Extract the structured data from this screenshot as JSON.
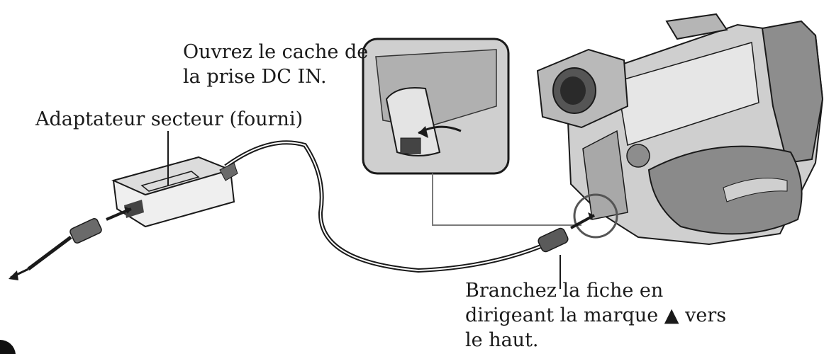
{
  "labels": {
    "open_cover": [
      "Ouvrez le cache de",
      "la prise DC IN."
    ],
    "adapter": "Adaptateur secteur (fourni)",
    "plug": [
      "Branchez la fiche en",
      "dirigeant la marque ▲ vers",
      "le haut."
    ]
  },
  "colors": {
    "ink": "#1a1a1a",
    "body_gray": "#cfcfcf",
    "dark_gray": "#5a5a5a",
    "mid_gray": "#9a9a9a",
    "background": "#ffffff"
  },
  "icons": [
    "arrow-icon",
    "plug-arrow-icon",
    "unplug-arrow-icon",
    "step-badge"
  ]
}
